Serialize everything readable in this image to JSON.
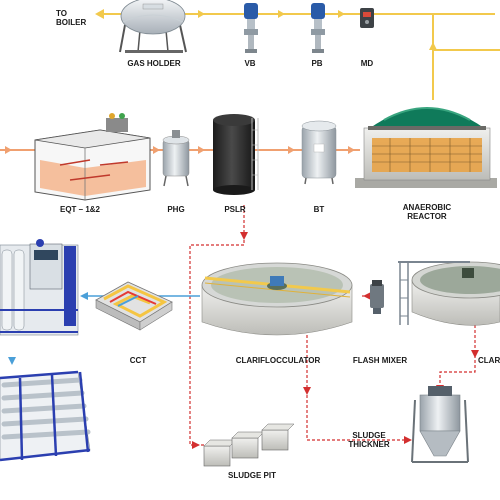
{
  "labels": {
    "to_boiler_1": "TO",
    "to_boiler_2": "BOILER",
    "gas_holder": "GAS HOLDER",
    "vb": "VB",
    "pb": "PB",
    "md": "MD",
    "eqt": "EQT – 1&2",
    "phg": "PHG",
    "pslr": "PSLR",
    "bt": "BT",
    "anaerobic_1": "ANAEROBIC",
    "anaerobic_2": "REACTOR",
    "cct": "CCT",
    "clarifloculator": "CLARIFLOCCULATOR",
    "flash_mixer": "FLASH MIXER",
    "clar_partial": "CLAR",
    "sludge_1": "SLUDGE",
    "sludge_2": "THICKNER",
    "sludge_pit": "SLUDGE PIT"
  },
  "colors": {
    "biogas_line": "#f2c94c",
    "water_line": "#f0a070",
    "sludge_line": "#d32f2f",
    "treated_line": "#4a9fd8",
    "dome_green": "#0f7a5a",
    "ro_blue": "#2b3fb0"
  }
}
